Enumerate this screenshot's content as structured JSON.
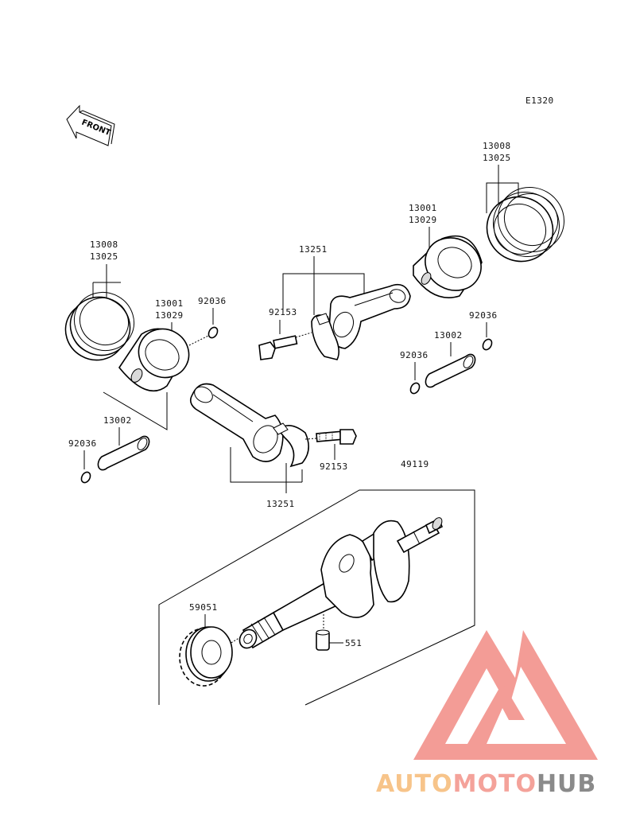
{
  "diagram_code": "E1320",
  "front_label": "FRONT",
  "labels": {
    "rings_left_a": "13008",
    "rings_left_b": "13025",
    "piston_left_a": "13001",
    "piston_left_b": "13029",
    "clip_left_top": "92036",
    "pin_left": "13002",
    "clip_left_bottom": "92036",
    "rod_left": "13251",
    "bolt_left": "92153",
    "rod_right": "13251",
    "bolt_right": "92153",
    "rings_right_a": "13008",
    "rings_right_b": "13025",
    "piston_right_a": "13001",
    "piston_right_b": "13029",
    "clip_right_top": "92036",
    "pin_right": "13002",
    "clip_right_bottom": "92036",
    "crankshaft": "49119",
    "gear": "59051",
    "key": "551"
  },
  "watermark": {
    "part1": "AUTO",
    "part2": "MOTO",
    "part3": "HUB",
    "color1": "#f7c48a",
    "color2": "#f4a29a",
    "color3": "#8a8a8a",
    "logo_color": "#f28b84"
  }
}
